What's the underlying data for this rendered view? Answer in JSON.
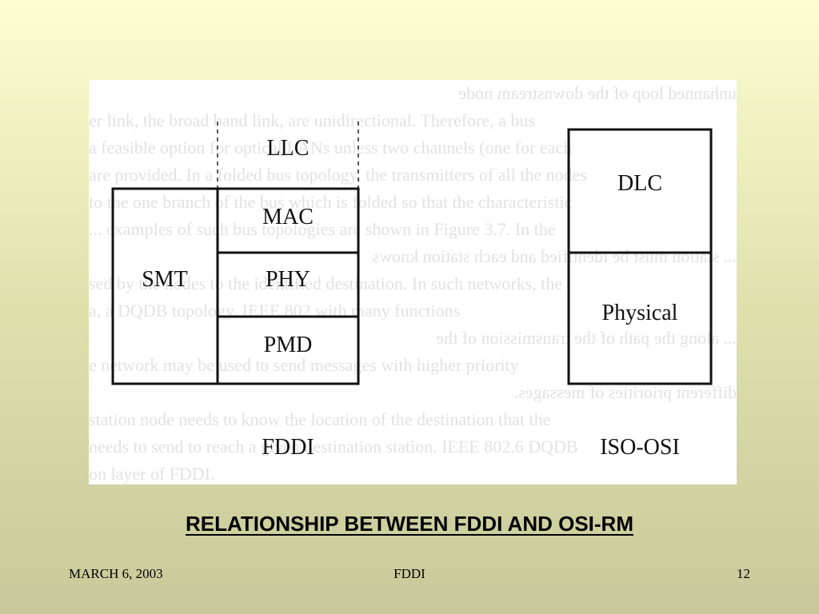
{
  "diagram": {
    "fddi_labels": {
      "llc": "LLC",
      "mac": "MAC",
      "phy": "PHY",
      "pmd": "PMD",
      "smt": "SMT",
      "column": "FDDI"
    },
    "osi_labels": {
      "dlc": "DLC",
      "physical": "Physical",
      "column": "ISO-OSI"
    }
  },
  "slide": {
    "title": "RELATIONSHIP BETWEEN FDDI AND OSI-RM",
    "footer_date": "MARCH 6, 2003",
    "footer_topic": "FDDI",
    "footer_page": "12"
  }
}
